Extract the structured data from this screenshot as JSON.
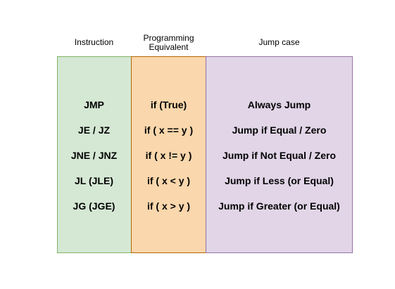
{
  "headers": {
    "instruction": "Instruction",
    "programming": "Programming\nEquivalent",
    "jump_case": "Jump case"
  },
  "rows": [
    {
      "instruction": "JMP",
      "programming": "if (True)",
      "jump_case": "Always Jump"
    },
    {
      "instruction": "JE / JZ",
      "programming": "if ( x == y )",
      "jump_case": "Jump if Equal / Zero"
    },
    {
      "instruction": "JNE / JNZ",
      "programming": "if ( x != y )",
      "jump_case": "Jump if Not Equal / Zero"
    },
    {
      "instruction": "JL (JLE)",
      "programming": "if ( x < y )",
      "jump_case": "Jump if Less (or Equal)"
    },
    {
      "instruction": "JG (JGE)",
      "programming": "if ( x > y )",
      "jump_case": "Jump if Greater (or Equal)"
    }
  ],
  "colors": {
    "instruction_fill": "#d5e8d4",
    "instruction_border": "#82b366",
    "programming_fill": "#fad7ac",
    "programming_border": "#b46504",
    "jump_case_fill": "#e1d5e7",
    "jump_case_border": "#9673a6"
  }
}
